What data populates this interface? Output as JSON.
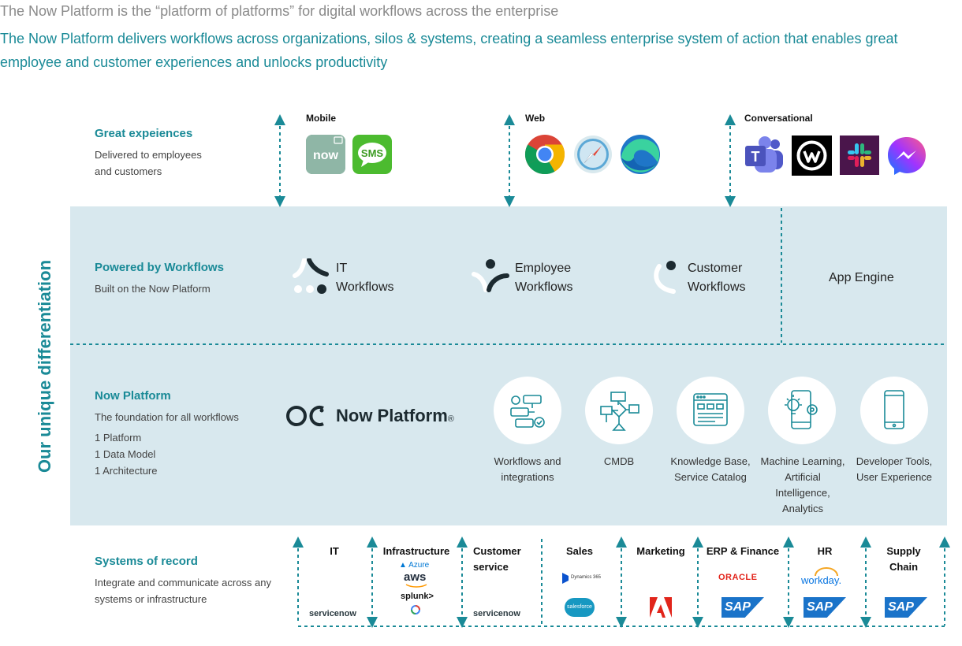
{
  "header": {
    "line1": "The Now Platform is the “platform of platforms” for digital workflows across the enterprise",
    "line2": "The Now Platform delivers workflows across organizations, silos & systems, creating a seamless enterprise system of action that enables great employee and customer experiences and unlocks productivity"
  },
  "vertical_label": "Our unique differentiation",
  "experiences": {
    "title": "Great expeiences",
    "subtitle_1": "Delivered to employees",
    "subtitle_2": "and customers",
    "channels": [
      {
        "label": "Mobile",
        "icons": [
          "now-mobile-app-icon",
          "sms-icon"
        ]
      },
      {
        "label": "Web",
        "icons": [
          "chrome-icon",
          "safari-icon",
          "edge-icon"
        ]
      },
      {
        "label": "Conversational",
        "icons": [
          "teams-icon",
          "workplace-icon",
          "slack-icon",
          "messenger-icon"
        ]
      }
    ],
    "now_app_text": "now",
    "sms_text": "SMS"
  },
  "workflows": {
    "title": "Powered by Workflows",
    "subtitle": "Built on the Now Platform",
    "items": [
      {
        "line1": "IT",
        "line2": "Workflows"
      },
      {
        "line1": "Employee",
        "line2": "Workflows"
      },
      {
        "line1": "Customer",
        "line2": "Workflows"
      }
    ],
    "app_engine": "App Engine"
  },
  "platform": {
    "title": "Now Platform",
    "subtitle": "The foundation for all workflows",
    "bullets": [
      "1 Platform",
      "1 Data Model",
      "1 Architecture"
    ],
    "logo_text": "Now Platform",
    "capabilities": [
      {
        "caption": [
          "Workflows and",
          "integrations"
        ],
        "icon": "workflow-integrations-icon"
      },
      {
        "caption": [
          "CMDB"
        ],
        "icon": "cmdb-icon"
      },
      {
        "caption": [
          "Knowledge Base,",
          "Service Catalog"
        ],
        "icon": "knowledge-catalog-icon"
      },
      {
        "caption": [
          "Machine Learning,",
          "Artificial",
          "Intelligence,",
          "Analytics"
        ],
        "icon": "ml-ai-icon"
      },
      {
        "caption": [
          "Developer Tools,",
          "User Experience"
        ],
        "icon": "mobile-device-icon"
      }
    ]
  },
  "records": {
    "title": "Systems of record",
    "subtitle_1": "Integrate and communicate across any",
    "subtitle_2": "systems or infrastructure",
    "categories": [
      {
        "line1": "IT",
        "line2": ""
      },
      {
        "line1": "Infrastructure",
        "line2": ""
      },
      {
        "line1": "Customer",
        "line2": "service"
      },
      {
        "line1": "Sales",
        "line2": ""
      },
      {
        "line1": "Marketing",
        "line2": ""
      },
      {
        "line1": "ERP & Finance",
        "line2": ""
      },
      {
        "line1": "HR",
        "line2": ""
      },
      {
        "line1": "Supply",
        "line2": "Chain"
      }
    ],
    "logos": {
      "servicenow": "servicenow",
      "azure": "Azure",
      "aws": "aws",
      "splunk": "splunk>",
      "dynamics": "Dynamics 365",
      "salesforce": "salesforce",
      "oracle": "ORACLE",
      "workday": "workday.",
      "sap": "SAP"
    }
  },
  "colors": {
    "accent": "#1a8a97",
    "band": "#d8e8ee",
    "header_gray": "#8a8a8a"
  }
}
